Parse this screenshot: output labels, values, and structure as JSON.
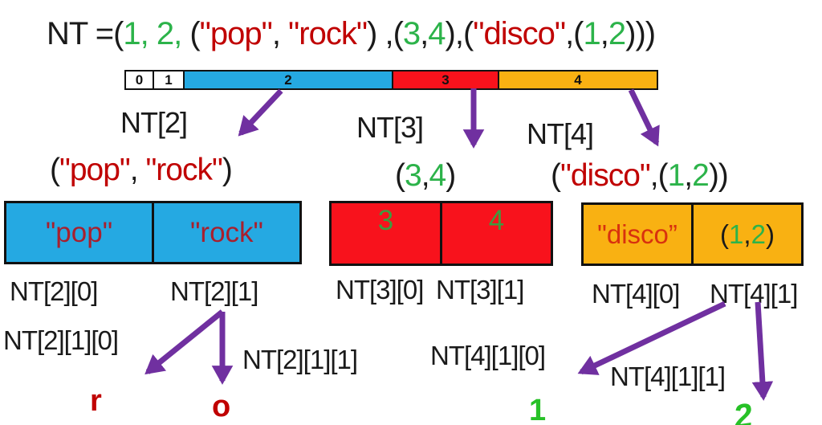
{
  "colors": {
    "black": "#1a1a1a",
    "green": "#2cb34a",
    "darkgreen": "#3f9a3f",
    "brightgreen": "#27c127",
    "red": "#c00000",
    "boxred": "#a8202e",
    "discored": "#d8310e",
    "blue": "#25a9e2",
    "cellred": "#f8121c",
    "orange": "#f9b112",
    "purple": "#7030a0"
  },
  "title": {
    "segments": [
      {
        "t": "NT =(",
        "c": "black"
      },
      {
        "t": "1, 2,",
        "c": "green"
      },
      {
        "t": " (",
        "c": "black"
      },
      {
        "t": "\"pop\"",
        "c": "red"
      },
      {
        "t": ", ",
        "c": "black"
      },
      {
        "t": "\"rock\"",
        "c": "red"
      },
      {
        "t": ") ,(",
        "c": "black"
      },
      {
        "t": "3",
        "c": "green"
      },
      {
        "t": ",",
        "c": "black"
      },
      {
        "t": "4",
        "c": "green"
      },
      {
        "t": "),(",
        "c": "black"
      },
      {
        "t": "\"disco\"",
        "c": "red"
      },
      {
        "t": ",(",
        "c": "black"
      },
      {
        "t": "1",
        "c": "green"
      },
      {
        "t": ",",
        "c": "black"
      },
      {
        "t": "2",
        "c": "green"
      },
      {
        "t": ")))",
        "c": "black"
      }
    ]
  },
  "bar": {
    "cells": [
      "0",
      "1",
      "2",
      "3",
      "4"
    ]
  },
  "arrow_labels": {
    "nt2": "NT[2]",
    "nt3": "NT[3]",
    "nt4": "NT[4]"
  },
  "tuples": {
    "pop_rock": {
      "segments": [
        {
          "t": "(",
          "c": "black"
        },
        {
          "t": "\"pop\"",
          "c": "red"
        },
        {
          "t": ", ",
          "c": "black"
        },
        {
          "t": "\"rock\"",
          "c": "red"
        },
        {
          "t": ")",
          "c": "black"
        }
      ]
    },
    "three_four": {
      "segments": [
        {
          "t": "(",
          "c": "black"
        },
        {
          "t": "3",
          "c": "green"
        },
        {
          "t": ",",
          "c": "black"
        },
        {
          "t": "4",
          "c": "green"
        },
        {
          "t": ")",
          "c": "black"
        }
      ]
    },
    "disco": {
      "segments": [
        {
          "t": "(",
          "c": "black"
        },
        {
          "t": "\"disco\"",
          "c": "red"
        },
        {
          "t": ",(",
          "c": "black"
        },
        {
          "t": "1",
          "c": "green"
        },
        {
          "t": ",",
          "c": "black"
        },
        {
          "t": "2",
          "c": "green"
        },
        {
          "t": "))",
          "c": "black"
        }
      ]
    }
  },
  "boxes": {
    "blue": {
      "cell0": "\"pop\"",
      "cell1": "\"rock\""
    },
    "red": {
      "cell0": "3",
      "cell1": "4"
    },
    "orange": {
      "cell0": "\"disco”",
      "cell1_segments": [
        {
          "t": "(",
          "c": "black"
        },
        {
          "t": "1",
          "c": "green"
        },
        {
          "t": ",",
          "c": "black"
        },
        {
          "t": "2",
          "c": "green"
        },
        {
          "t": ")",
          "c": "black"
        }
      ]
    }
  },
  "index_labels": {
    "nt20": "NT[2][0]",
    "nt21": "NT[2][1]",
    "nt30": "NT[3][0]",
    "nt31": "NT[3][1]",
    "nt40": "NT[4][0]",
    "nt41": "NT[4][1]",
    "nt210": "NT[2][1][0]",
    "nt211": "NT[2][1][1]",
    "nt410": "NT[4][1][0]",
    "nt411": "NT[4][1][1]"
  },
  "results": {
    "nt210": "r",
    "nt211": "o",
    "nt410": "1",
    "nt411": "2"
  }
}
